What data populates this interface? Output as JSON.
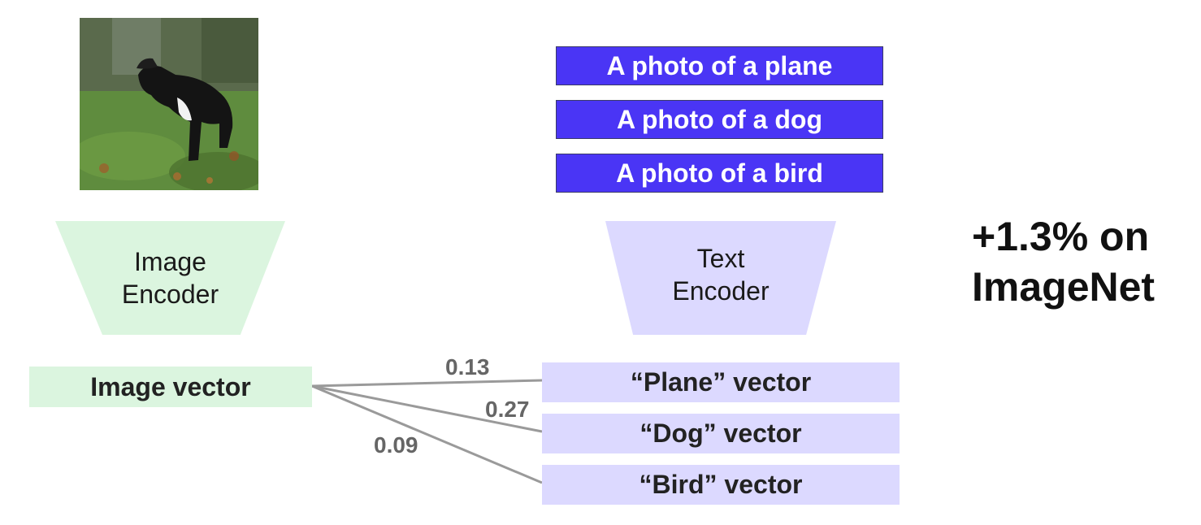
{
  "image_side": {
    "encoder_lines": [
      "Image",
      "Encoder"
    ],
    "vector_label": "Image vector"
  },
  "text_side": {
    "prompts": [
      "A photo of a plane",
      "A photo of a dog",
      "A photo of a bird"
    ],
    "encoder_lines": [
      "Text",
      "Encoder"
    ],
    "vectors": [
      "“Plane” vector",
      "“Dog” vector",
      "“Bird” vector"
    ]
  },
  "similarity_scores": [
    "0.13",
    "0.27",
    "0.09"
  ],
  "callout": [
    "+1.3% on",
    "ImageNet"
  ],
  "colors": {
    "image_green": "#dbf5df",
    "text_lavender": "#dcd9ff",
    "prompt_blue": "#4a35f5",
    "connector_gray": "#9a9a9a"
  }
}
